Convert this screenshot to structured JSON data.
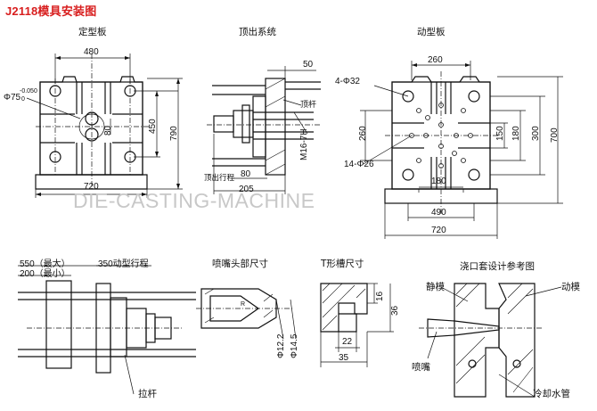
{
  "title": "J2118模具安装图",
  "watermark": "DIE-CASTING-MACHINE",
  "panels": {
    "fixed_platen": {
      "label": "定型板",
      "dim_480": "480",
      "dim_phi75": "Φ75",
      "dim_tol_upper": "-0.050",
      "dim_tol_lower": "0",
      "dim_450": "450",
      "dim_790": "790",
      "dim_80": "80",
      "dim_720": "720"
    },
    "ejection_system": {
      "label": "顶出系统",
      "dim_50": "50",
      "label_ejector_rod": "顶杆",
      "dim_m16": "M16-7H",
      "label_ejector_stroke": "顶出行程",
      "dim_stroke": "80",
      "dim_205": "205"
    },
    "moving_platen": {
      "label": "动型板",
      "dim_260_top": "260",
      "dim_4phi32": "4-Φ32",
      "dim_260_left": "260",
      "dim_14phi26": "14-Φ26",
      "dim_150": "150",
      "dim_180_v": "180",
      "dim_300": "300",
      "dim_700": "700",
      "dim_180_h": "180",
      "dim_490": "490",
      "dim_720": "720"
    },
    "side_view": {
      "dim_550": "550（最大）",
      "dim_200": "200（最小）",
      "dim_350": "350动型行程",
      "label_tie_bar": "拉杆"
    },
    "nozzle_head": {
      "label": "喷嘴头部尺寸",
      "dim_r": "R",
      "dim_phi122": "Φ12.2",
      "dim_phi145": "Φ14.5"
    },
    "t_slot": {
      "label": "T形槽尺寸",
      "dim_16": "16",
      "dim_36": "36",
      "dim_22": "22",
      "dim_35": "35"
    },
    "sprue_sleeve": {
      "label": "浇口套设计参考图",
      "label_fixed_die": "静模",
      "label_moving_die": "动模",
      "label_nozzle": "喷嘴",
      "label_cooling": "冷却水管"
    }
  }
}
